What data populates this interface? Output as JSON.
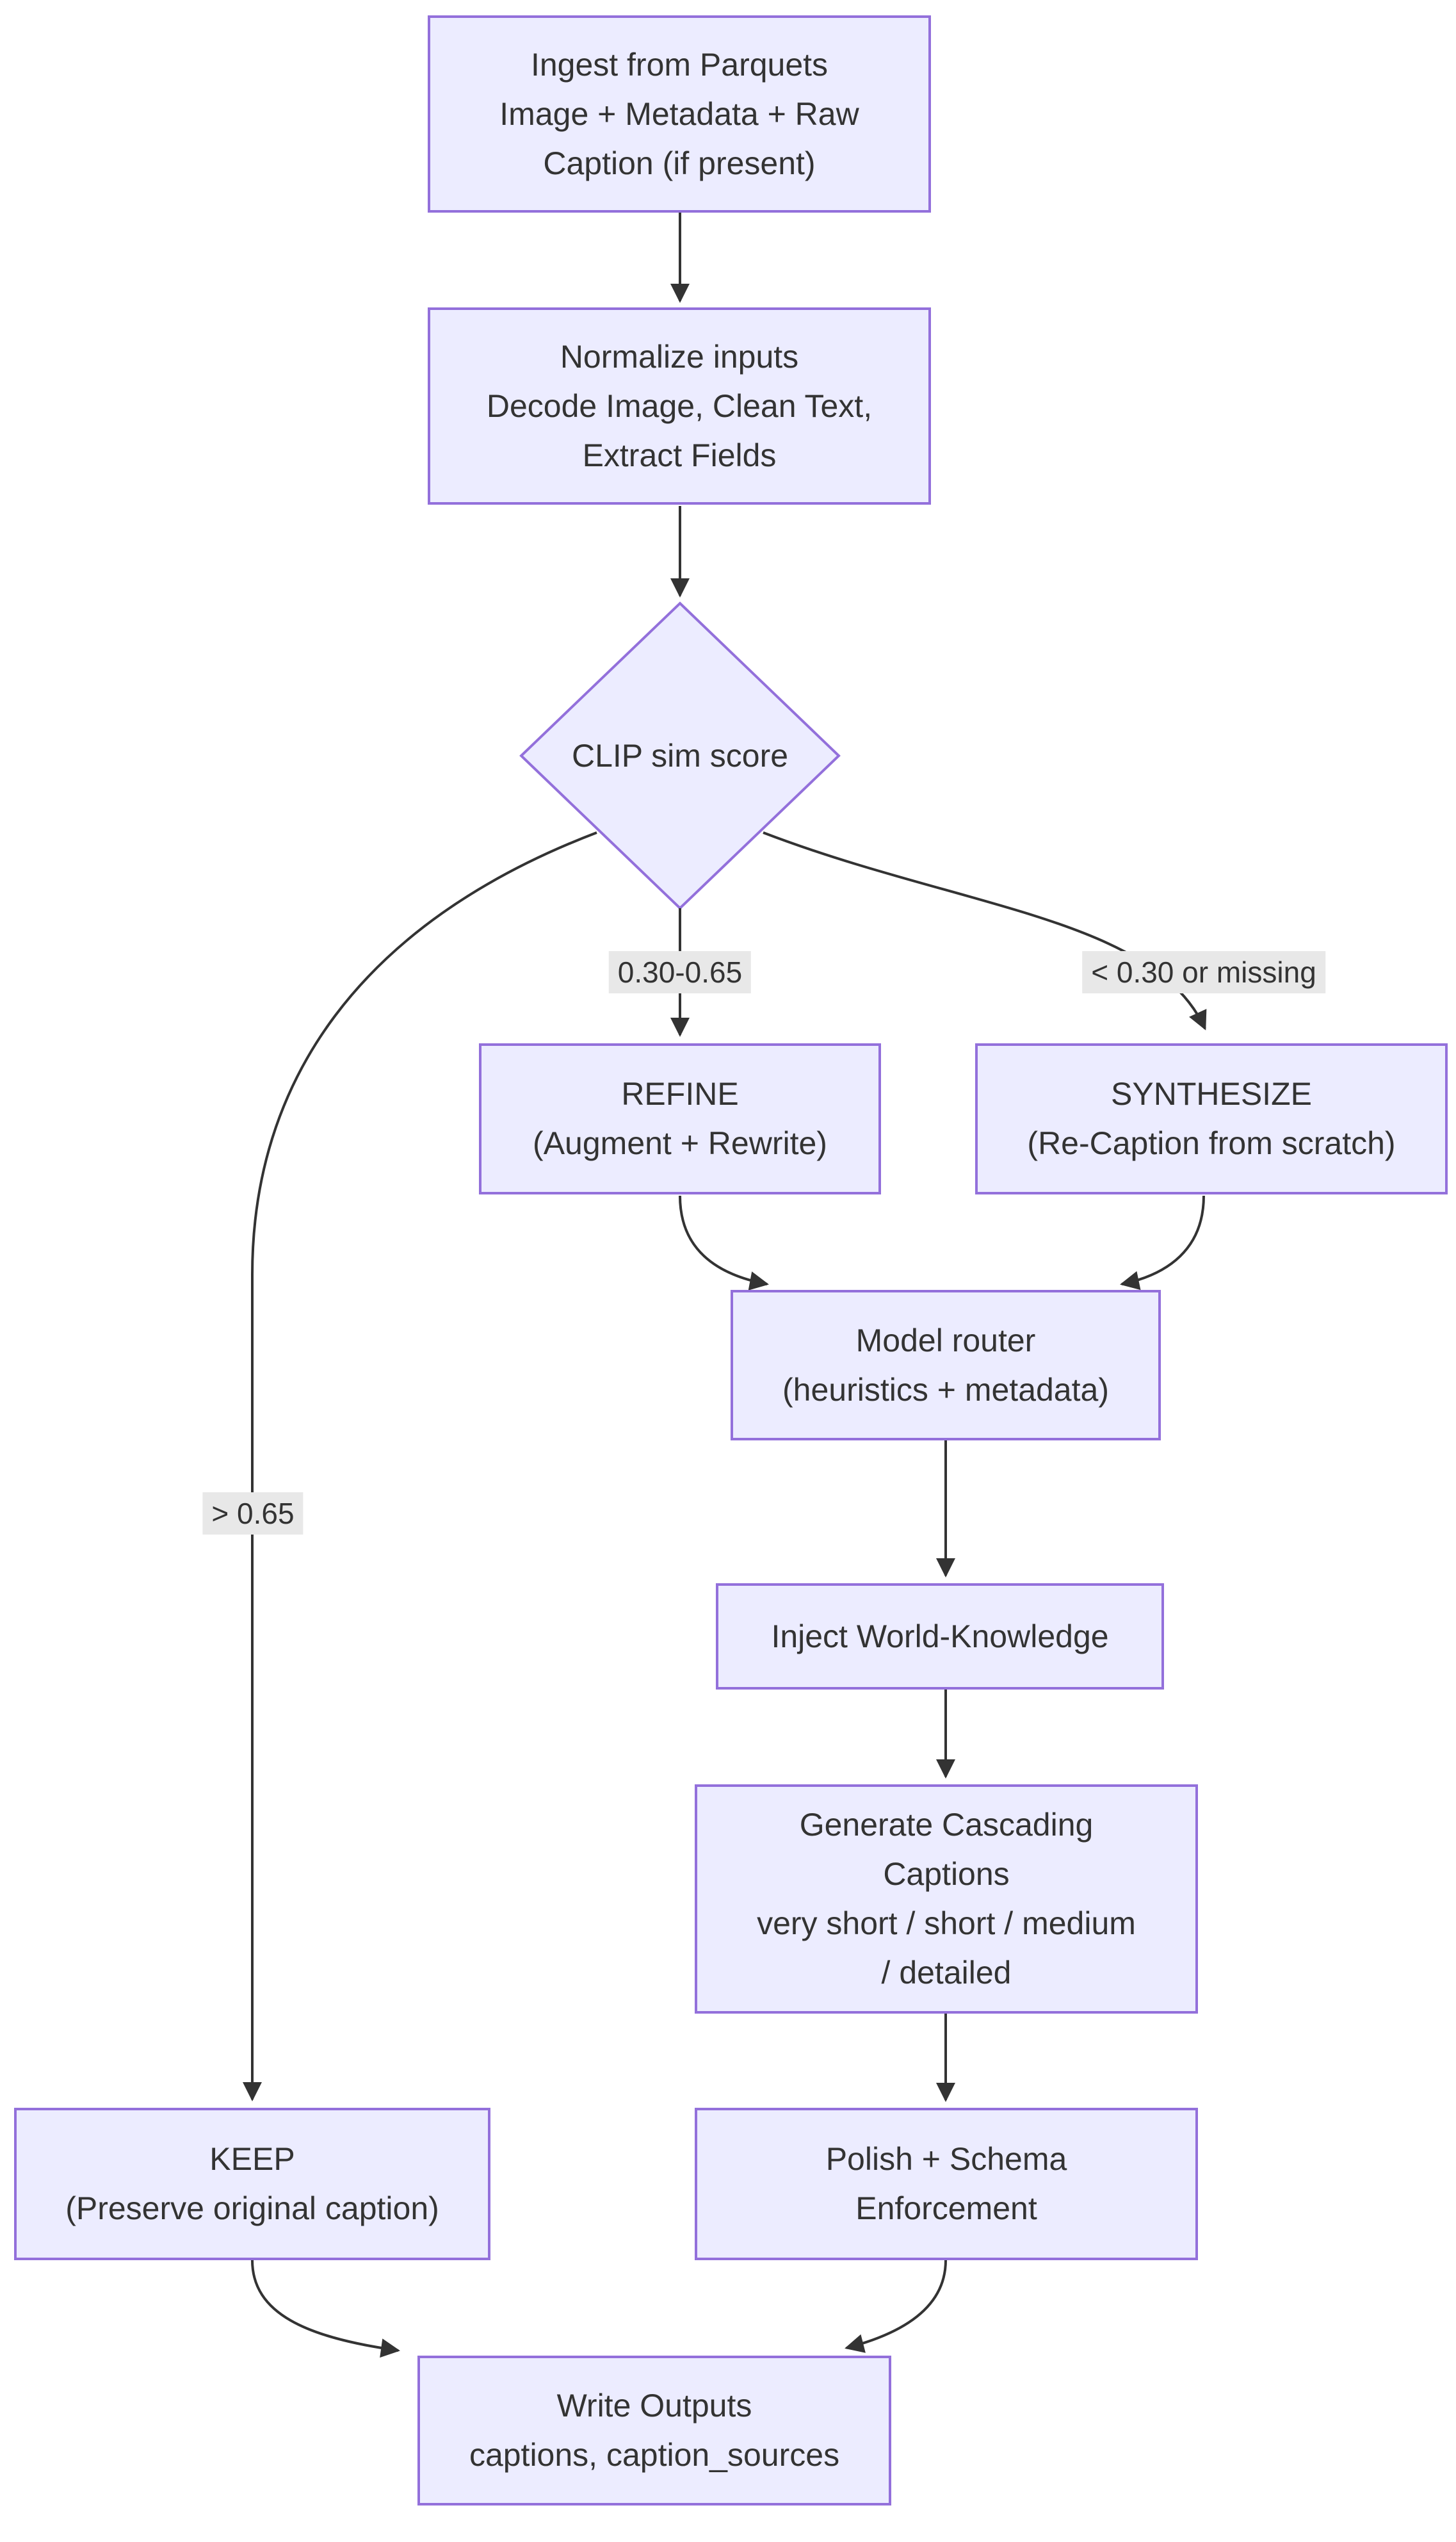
{
  "diagram": {
    "type": "flowchart",
    "colors": {
      "node_fill": "#ECECFF",
      "node_border": "#9370DB",
      "edge": "#333333",
      "text": "#333333",
      "label_bg": "#E8E8E8",
      "background": "#FFFFFF"
    },
    "nodes": [
      {
        "id": "ingest",
        "shape": "rect",
        "lines": [
          "Ingest from Parquets",
          "Image + Metadata + Raw",
          "Caption (if present)"
        ]
      },
      {
        "id": "normalize",
        "shape": "rect",
        "lines": [
          "Normalize inputs",
          "Decode Image, Clean Text,",
          "Extract Fields"
        ]
      },
      {
        "id": "clip_score",
        "shape": "diamond",
        "lines": [
          "CLIP sim score"
        ]
      },
      {
        "id": "refine",
        "shape": "rect",
        "lines": [
          "REFINE",
          "(Augment + Rewrite)"
        ]
      },
      {
        "id": "synthesize",
        "shape": "rect",
        "lines": [
          "SYNTHESIZE",
          "(Re-Caption from scratch)"
        ]
      },
      {
        "id": "router",
        "shape": "rect",
        "lines": [
          "Model router",
          "(heuristics + metadata)"
        ]
      },
      {
        "id": "inject",
        "shape": "rect",
        "lines": [
          "Inject World-Knowledge"
        ]
      },
      {
        "id": "generate",
        "shape": "rect",
        "lines": [
          "Generate Cascading",
          "Captions",
          "very short / short / medium",
          "/ detailed"
        ]
      },
      {
        "id": "keep",
        "shape": "rect",
        "lines": [
          "KEEP",
          "(Preserve original caption)"
        ]
      },
      {
        "id": "polish",
        "shape": "rect",
        "lines": [
          "Polish + Schema",
          "Enforcement"
        ]
      },
      {
        "id": "write",
        "shape": "rect",
        "lines": [
          "Write Outputs",
          "captions, caption_sources"
        ]
      }
    ],
    "edge_labels": [
      {
        "id": "mid_range",
        "text": "0.30-0.65"
      },
      {
        "id": "low_or_missing",
        "text": "< 0.30 or missing"
      },
      {
        "id": "high",
        "text": "> 0.65"
      }
    ],
    "edges": [
      {
        "from": "ingest",
        "to": "normalize"
      },
      {
        "from": "normalize",
        "to": "clip_score"
      },
      {
        "from": "clip_score",
        "to": "refine",
        "label": "0.30-0.65"
      },
      {
        "from": "clip_score",
        "to": "synthesize",
        "label": "< 0.30 or missing"
      },
      {
        "from": "clip_score",
        "to": "keep",
        "label": "> 0.65"
      },
      {
        "from": "refine",
        "to": "router"
      },
      {
        "from": "synthesize",
        "to": "router"
      },
      {
        "from": "router",
        "to": "inject"
      },
      {
        "from": "inject",
        "to": "generate"
      },
      {
        "from": "generate",
        "to": "polish"
      },
      {
        "from": "keep",
        "to": "write"
      },
      {
        "from": "polish",
        "to": "write"
      }
    ]
  }
}
